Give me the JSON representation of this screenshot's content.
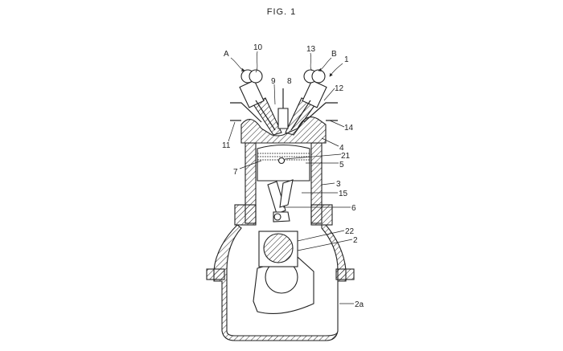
{
  "figure": {
    "title": "FIG. 1",
    "labels": {
      "A": "A",
      "B": "B",
      "l1": "1",
      "l2": "2",
      "l2a": "2a",
      "l3": "3",
      "l4": "4",
      "l5": "5",
      "l6": "6",
      "l7": "7",
      "l8": "8",
      "l9": "9",
      "l10": "10",
      "l11": "11",
      "l12": "12",
      "l13": "13",
      "l14": "14",
      "l15": "15",
      "l21": "21",
      "l22": "22"
    }
  }
}
